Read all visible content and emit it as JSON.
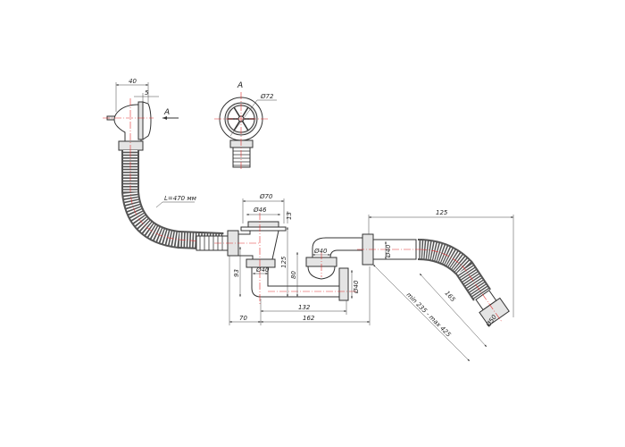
{
  "drawing": {
    "overflow": {
      "dim_width": "40",
      "dim_flange": "5",
      "view_arrow_label": "A",
      "hose_length": "L=470 мм"
    },
    "view_a": {
      "title": "A",
      "diameter": "Ø72"
    },
    "drain": {
      "outer_diameter": "Ø70",
      "inner_diameter": "Ø46",
      "flange_height": "13",
      "height": "125",
      "trap_height": "93",
      "outlet_nut_diameter": "Ø40"
    },
    "trap": {
      "inlet_diameter": "Ø40",
      "height": "80",
      "outlet_diameter": "Ø40",
      "length_inner": "132",
      "offset_left": "70",
      "length_total": "162"
    },
    "outlet": {
      "pipe_diameter": "Ø40",
      "width": "125",
      "corrugated_length": "165",
      "range": "min 235 - max 425",
      "end_diameter": "Ø50"
    }
  },
  "colors": {
    "line": "#333333",
    "centerline": "#e03030"
  }
}
